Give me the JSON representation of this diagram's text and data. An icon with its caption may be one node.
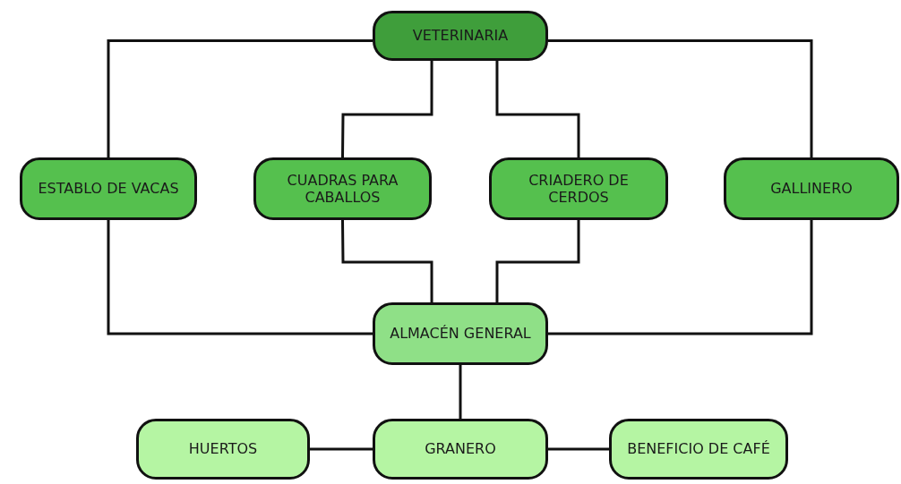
{
  "diagram": {
    "nodes": [
      {
        "text": [
          "VETERINARIA"
        ]
      },
      {
        "text": [
          "ESTABLO DE VACAS"
        ]
      },
      {
        "text": [
          "CUADRAS PARA CABALLOS"
        ]
      },
      {
        "text": [
          "CRIADERO DE CERDOS"
        ]
      },
      {
        "text": [
          "GALLINERO"
        ]
      },
      {
        "text": [
          "ALMACÉN GENERAL"
        ]
      },
      {
        "text": [
          "HUERTOS"
        ]
      },
      {
        "text": [
          "GRANERO"
        ]
      },
      {
        "text": [
          "BENEFICIO DE CAFÉ"
        ]
      }
    ],
    "edges": [
      {
        "from": 0,
        "to": 1,
        "arrow": "none"
      },
      {
        "from": 0,
        "to": 2,
        "arrow": "none"
      },
      {
        "from": 0,
        "to": 3,
        "arrow": "none"
      },
      {
        "from": 0,
        "to": 4,
        "arrow": "none"
      },
      {
        "from": 1,
        "to": 5,
        "arrow": "none"
      },
      {
        "from": 2,
        "to": 5,
        "arrow": "none"
      },
      {
        "from": 3,
        "to": 5,
        "arrow": "none"
      },
      {
        "from": 4,
        "to": 5,
        "arrow": "none"
      },
      {
        "from": 5,
        "to": 7,
        "arrow": "none"
      },
      {
        "from": 7,
        "to": 6,
        "arrow": "none"
      },
      {
        "from": 7,
        "to": 8,
        "arrow": "none"
      }
    ]
  }
}
